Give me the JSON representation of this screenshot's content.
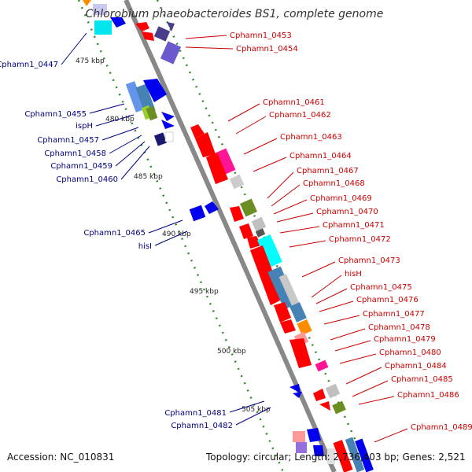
{
  "title": "Chlorobium phaeobacteroides BS1, complete genome",
  "accession": "Accession: NC_010831",
  "topology": "Topology: circular; Length: 2,736,403 bp; Genes: 2,521",
  "colors": {
    "backbone": "#808080",
    "forward_label": "#cc0000",
    "reverse_label": "#000080",
    "dots": "#2e8b2e"
  },
  "ticks": [
    {
      "label": "475 kbp"
    },
    {
      "label": "480 kbp"
    },
    {
      "label": "485 kbp"
    },
    {
      "label": "490 kbp"
    },
    {
      "label": "495 kbp"
    },
    {
      "label": "500 kbp"
    },
    {
      "label": "505 kbp"
    }
  ],
  "right_labels": [
    {
      "label": "Cphamn1_0453"
    },
    {
      "label": "Cphamn1_0454"
    },
    {
      "label": "Cphamn1_0461"
    },
    {
      "label": "Cphamn1_0462"
    },
    {
      "label": "Cphamn1_0463"
    },
    {
      "label": "Cphamn1_0464"
    },
    {
      "label": "Cphamn1_0467"
    },
    {
      "label": "Cphamn1_0468"
    },
    {
      "label": "Cphamn1_0469"
    },
    {
      "label": "Cphamn1_0470"
    },
    {
      "label": "Cphamn1_0471"
    },
    {
      "label": "Cphamn1_0472"
    },
    {
      "label": "Cphamn1_0473"
    },
    {
      "label": "hisH"
    },
    {
      "label": "Cphamn1_0475"
    },
    {
      "label": "Cphamn1_0476"
    },
    {
      "label": "Cphamn1_0477"
    },
    {
      "label": "Cphamn1_0478"
    },
    {
      "label": "Cphamn1_0479"
    },
    {
      "label": "Cphamn1_0480"
    },
    {
      "label": "Cphamn1_0484"
    },
    {
      "label": "Cphamn1_0485"
    },
    {
      "label": "Cphamn1_0486"
    },
    {
      "label": "Cphamn1_0489"
    }
  ],
  "left_labels": [
    {
      "label": "Cphamn1_0447"
    },
    {
      "label": "Cphamn1_0455"
    },
    {
      "label": "ispH"
    },
    {
      "label": "Cphamn1_0457"
    },
    {
      "label": "Cphamn1_0458"
    },
    {
      "label": "Cphamn1_0459"
    },
    {
      "label": "Cphamn1_0460"
    },
    {
      "label": "Cphamn1_0465"
    },
    {
      "label": "hisI"
    },
    {
      "label": "Cphamn1_0481"
    },
    {
      "label": "Cphamn1_0482"
    }
  ]
}
